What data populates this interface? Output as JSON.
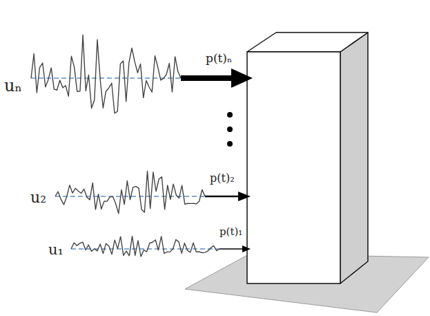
{
  "diagram": {
    "labels": [
      "uₙ",
      "p(t)ₙ",
      "u₂",
      "p(t)₂",
      "u₁",
      "p(t)₁"
    ]
  }
}
